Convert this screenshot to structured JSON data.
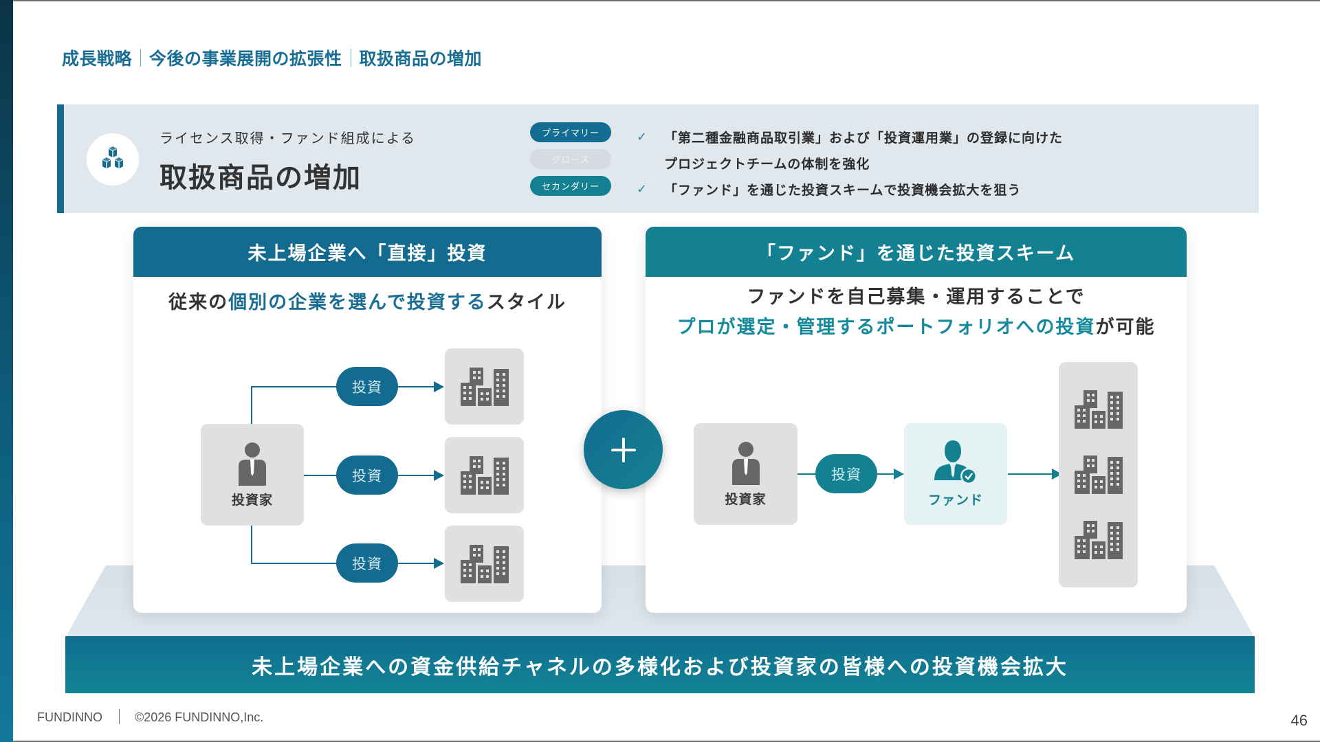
{
  "breadcrumb": [
    "成長戦略",
    "今後の事業展開の拡張性",
    "取扱商品の増加"
  ],
  "hero": {
    "icon": "cubes-icon",
    "subtitle": "ライセンス取得・ファンド組成による",
    "title": "取扱商品の増加",
    "badges": [
      {
        "label": "プライマリー",
        "state": "active"
      },
      {
        "label": "グロース",
        "state": "inactive"
      },
      {
        "label": "セカンダリー",
        "state": "active"
      }
    ],
    "checks": [
      {
        "text": "「第二種金融商品取引業」および「投資運用業」の登録に向けた",
        "continuation": "プロジェクトチームの体制を強化"
      },
      {
        "text": "「ファンド」を通じた投資スキームで投資機会拡大を狙う"
      }
    ],
    "check_mark": "✓"
  },
  "left_card": {
    "header": "未上場企業へ「直接」投資",
    "lead": {
      "pre": "従来の",
      "highlight": "個別の企業を選んで投資する",
      "post": "スタイル"
    },
    "investor_label": "投資家",
    "invest_label": "投資",
    "company_icon": "buildings-icon"
  },
  "plus_symbol": "+",
  "right_card": {
    "header": "「ファンド」を通じた投資スキーム",
    "lead_line1": "ファンドを自己募集・運用することで",
    "lead_line2": {
      "highlight": "プロが選定・管理するポートフォリオへの投資",
      "post": "が可能"
    },
    "investor_label": "投資家",
    "invest_label": "投資",
    "fund_label": "ファンド"
  },
  "bottom_banner": "未上場企業への資金供給チャネルの多様化および投資家の皆様への投資機会拡大",
  "footer": {
    "brand": "FUNDINNO",
    "copyright": "©2026 FUNDINNO,Inc.",
    "page_number": "46"
  },
  "colors": {
    "primary_blue": "#136b8f",
    "teal": "#148192",
    "hero_bg": "#e0e7ed",
    "node_gray": "#e0e0e0",
    "icon_gray": "#666666"
  }
}
